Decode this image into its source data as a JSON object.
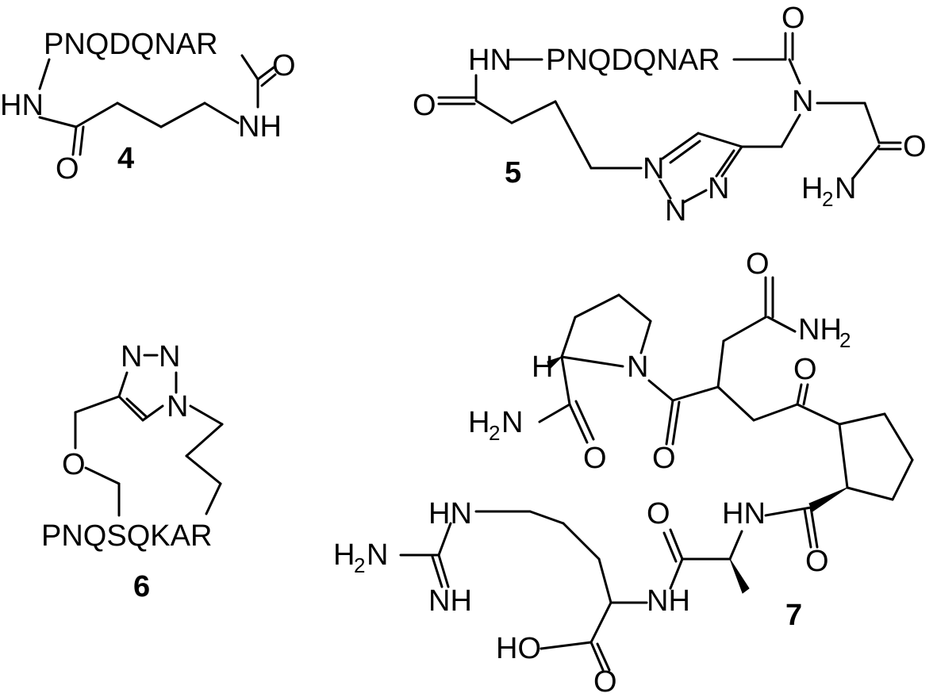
{
  "compound_4": {
    "number": "4",
    "peptide": "PNQDQNAR",
    "amide_nh_left": "HN",
    "amide_nh_right": "NH",
    "carbonyl_o_top": "O",
    "carbonyl_o_bottom": "O"
  },
  "compound_5": {
    "number": "5",
    "n_terminus": "HN",
    "peptide": "PNQDQNAR",
    "carbonyl_o_top": "O",
    "carbonyl_o_left": "O",
    "tertiary_n": "N",
    "triazole_n1": "N",
    "triazole_n2": "N",
    "triazole_n3": "N",
    "amide_o": "O",
    "amide_h2n": "H",
    "amide_h2n_sub": "2",
    "amide_h2n_n": "N"
  },
  "compound_6": {
    "number": "6",
    "peptide": "PNQSQKAR",
    "ether_o": "O",
    "triazole_n1": "N",
    "triazole_n2": "N",
    "triazole_n3": "N"
  },
  "compound_7": {
    "number": "7",
    "h_stereo": "H",
    "pyrrolidine_n": "N",
    "amide_h2n": "H",
    "amide_h2n_sub": "2",
    "amide_h2n_n": "N",
    "amide_o": "O",
    "acyl_o": "O",
    "ketone_o": "O",
    "side_o": "O",
    "side_nh": "NH",
    "side_nh_sub": "2",
    "amide_nh_cp": "HN",
    "cp_amide_o": "O",
    "ala_o": "O",
    "ala_nh": "NH",
    "guan_hn": "HN",
    "guan_h2n": "H",
    "guan_h2n_sub": "2",
    "guan_h2n_n": "N",
    "guan_nh": "NH",
    "acid_ho": "HO",
    "acid_o": "O"
  }
}
